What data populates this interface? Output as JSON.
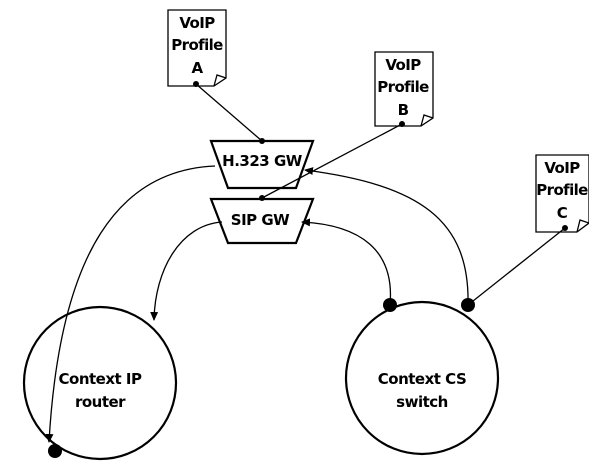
{
  "profiles": {
    "a": {
      "line1": "VoIP",
      "line2": "Profile",
      "line3": "A"
    },
    "b": {
      "line1": "VoIP",
      "line2": "Profile",
      "line3": "B"
    },
    "c": {
      "line1": "VoIP",
      "line2": "Profile",
      "line3": "C"
    }
  },
  "gateways": {
    "h323": "H.323 GW",
    "sip": "SIP GW"
  },
  "contexts": {
    "ip": {
      "line1": "Context IP",
      "line2": "router"
    },
    "cs": {
      "line1": "Context CS",
      "line2": "switch"
    }
  }
}
